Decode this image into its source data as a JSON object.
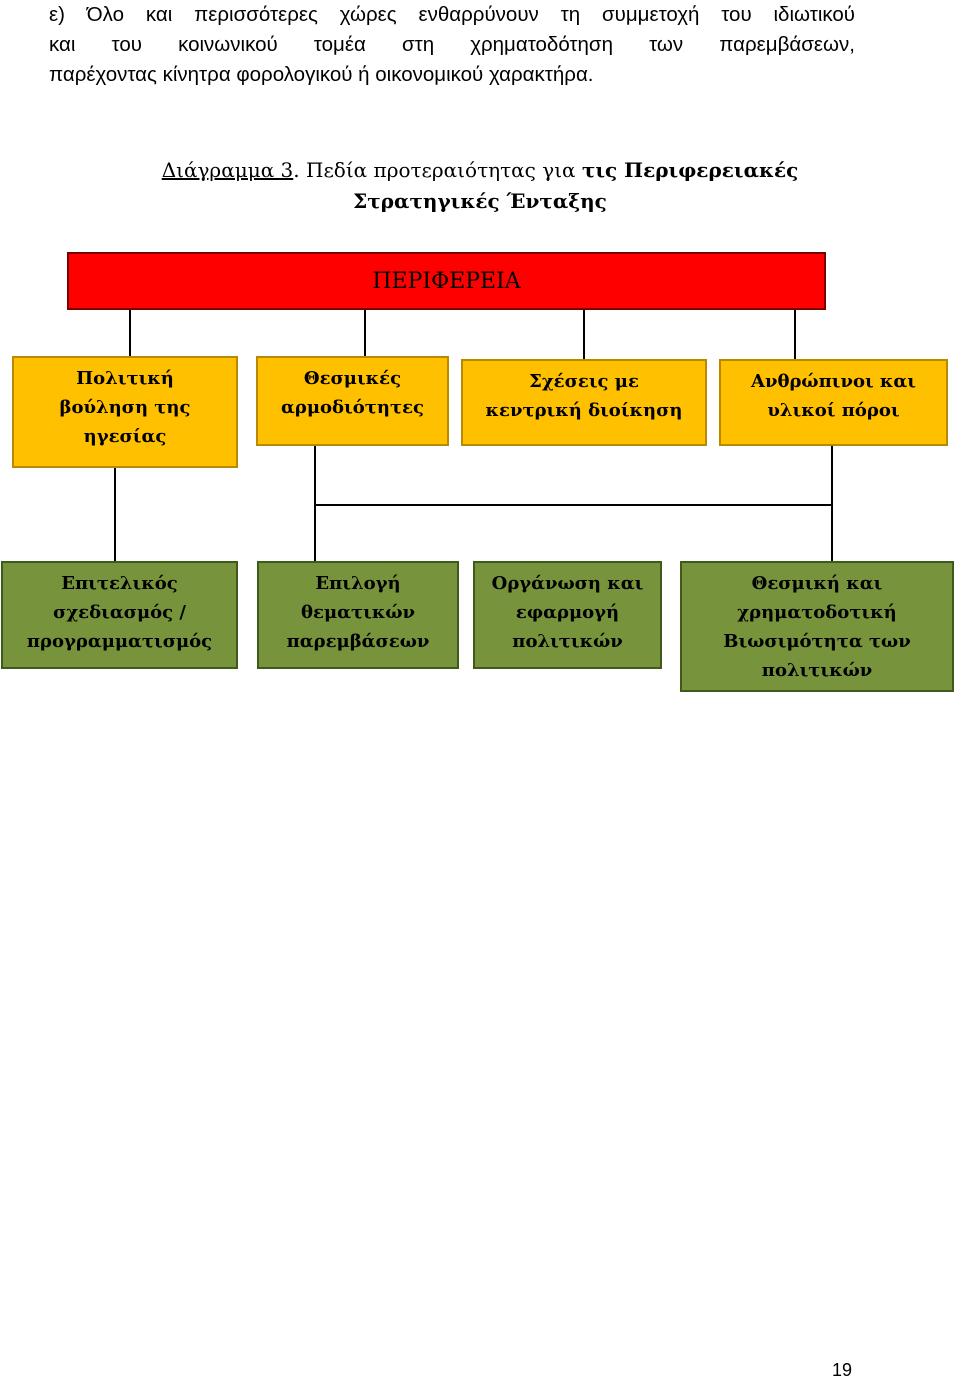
{
  "intro": {
    "lines": [
      "ε) Όλο και περισσότερες χώρες ενθαρρύνουν τη συμμετοχή του ιδιωτικού",
      "και του κοινωνικού τομέα στη χρηματοδότηση των παρεμβάσεων,",
      "παρέχοντας κίνητρα φορολογικού ή οικονομικού χαρακτήρα."
    ]
  },
  "caption": {
    "label": "Διάγραμμα 3",
    "dot": ".",
    "rest": " Πεδία προτεραιότητας για ",
    "bold_line1": "τις Περιφερειακές",
    "line2": "Στρατηγικές Ένταξης"
  },
  "diagram": {
    "top": "ΠΕΡΙΦΕΡΕΙΑ",
    "middle": [
      [
        "Πολιτική",
        "βούληση της",
        "ηγεσίας"
      ],
      [
        "Θεσμικές",
        "αρμοδιότητες"
      ],
      [
        "Σχέσεις με",
        "κεντρική διοίκηση"
      ],
      [
        "Ανθρώπινοι και",
        "υλικοί πόροι"
      ]
    ],
    "bottom": [
      [
        "Επιτελικός",
        "σχεδιασμός /",
        "προγραμματισμός"
      ],
      [
        "Επιλογή",
        "θεματικών",
        "παρεμβάσεων"
      ],
      [
        "Οργάνωση και",
        "εφαρμογή",
        "πολιτικών"
      ],
      [
        "Θεσμική και",
        "χρηματοδοτική",
        "Βιωσιμότητα των",
        "πολιτικών"
      ]
    ]
  },
  "page_number": "19"
}
